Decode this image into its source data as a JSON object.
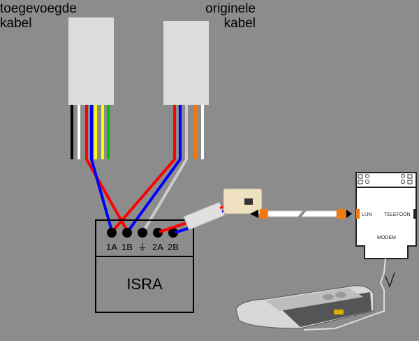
{
  "labels": {
    "added_cable_line1": "toegevoegde",
    "added_cable_line2": "kabel",
    "original_cable_line1": "originele",
    "original_cable_line2": "kabel"
  },
  "terminals": [
    "1A",
    "1B",
    "⏚",
    "2A",
    "2B"
  ],
  "isra_label": "ISRA",
  "splitter": {
    "port_line": "LIJN",
    "port_phone": "TELEFOON",
    "port_modem": "MODEM"
  },
  "colors": {
    "background": "#8c8c8c",
    "red": "#ff0000",
    "blue": "#0000ff",
    "orange": "#f07a10",
    "connector": "#dcdcdc"
  }
}
